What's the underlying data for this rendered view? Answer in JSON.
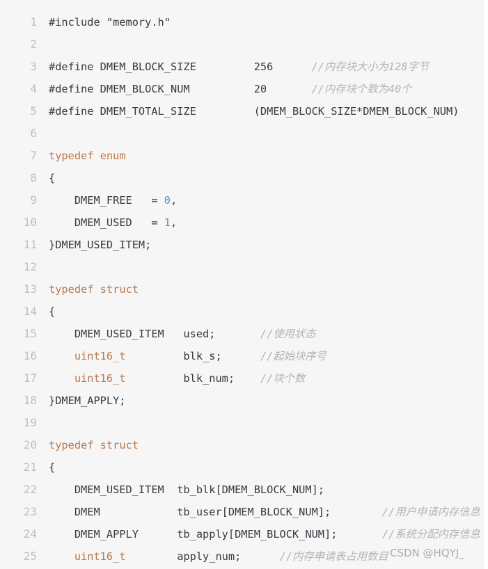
{
  "lines": [
    {
      "n": "1",
      "parts": [
        [
          "pp",
          "#include \"memory.h\""
        ]
      ]
    },
    {
      "n": "2",
      "parts": []
    },
    {
      "n": "3",
      "parts": [
        [
          "pp",
          "#define DMEM_BLOCK_SIZE         256      "
        ],
        [
          "cm",
          "//内存块大小为128字节"
        ]
      ]
    },
    {
      "n": "4",
      "parts": [
        [
          "pp",
          "#define DMEM_BLOCK_NUM          20       "
        ],
        [
          "cm",
          "//内存块个数为40个"
        ]
      ]
    },
    {
      "n": "5",
      "parts": [
        [
          "pp",
          "#define DMEM_TOTAL_SIZE         (DMEM_BLOCK_SIZE*DMEM_BLOCK_NUM)"
        ]
      ]
    },
    {
      "n": "6",
      "parts": []
    },
    {
      "n": "7",
      "parts": [
        [
          "kw",
          "typedef"
        ],
        [
          "tx",
          " "
        ],
        [
          "kw",
          "enum"
        ]
      ]
    },
    {
      "n": "8",
      "parts": [
        [
          "tx",
          "{"
        ]
      ]
    },
    {
      "n": "9",
      "parts": [
        [
          "tx",
          "    DMEM_FREE   = "
        ],
        [
          "num",
          "0"
        ],
        [
          "tx",
          ","
        ]
      ]
    },
    {
      "n": "10",
      "parts": [
        [
          "tx",
          "    DMEM_USED   = "
        ],
        [
          "num",
          "1"
        ],
        [
          "tx",
          ","
        ]
      ]
    },
    {
      "n": "11",
      "parts": [
        [
          "tx",
          "}DMEM_USED_ITEM;"
        ]
      ]
    },
    {
      "n": "12",
      "parts": []
    },
    {
      "n": "13",
      "parts": [
        [
          "kw",
          "typedef"
        ],
        [
          "tx",
          " "
        ],
        [
          "kw",
          "struct"
        ]
      ]
    },
    {
      "n": "14",
      "parts": [
        [
          "tx",
          "{"
        ]
      ]
    },
    {
      "n": "15",
      "parts": [
        [
          "tx",
          "    DMEM_USED_ITEM   used;       "
        ],
        [
          "cm",
          "//使用状态"
        ]
      ]
    },
    {
      "n": "16",
      "parts": [
        [
          "tx",
          "    "
        ],
        [
          "kw",
          "uint16_t"
        ],
        [
          "tx",
          "         blk_s;      "
        ],
        [
          "cm",
          "//起始块序号"
        ]
      ]
    },
    {
      "n": "17",
      "parts": [
        [
          "tx",
          "    "
        ],
        [
          "kw",
          "uint16_t"
        ],
        [
          "tx",
          "         blk_num;    "
        ],
        [
          "cm",
          "//块个数"
        ]
      ]
    },
    {
      "n": "18",
      "parts": [
        [
          "tx",
          "}DMEM_APPLY;"
        ]
      ]
    },
    {
      "n": "19",
      "parts": []
    },
    {
      "n": "20",
      "parts": [
        [
          "kw",
          "typedef"
        ],
        [
          "tx",
          " "
        ],
        [
          "kw",
          "struct"
        ]
      ]
    },
    {
      "n": "21",
      "parts": [
        [
          "tx",
          "{"
        ]
      ]
    },
    {
      "n": "22",
      "parts": [
        [
          "tx",
          "    DMEM_USED_ITEM  tb_blk[DMEM_BLOCK_NUM];"
        ]
      ]
    },
    {
      "n": "23",
      "parts": [
        [
          "tx",
          "    DMEM            tb_user[DMEM_BLOCK_NUM];        "
        ],
        [
          "cm",
          "//用户申请内存信息"
        ]
      ]
    },
    {
      "n": "24",
      "parts": [
        [
          "tx",
          "    DMEM_APPLY      tb_apply[DMEM_BLOCK_NUM];       "
        ],
        [
          "cm",
          "//系统分配内存信息"
        ]
      ]
    },
    {
      "n": "25",
      "parts": [
        [
          "tx",
          "    "
        ],
        [
          "kw",
          "uint16_t"
        ],
        [
          "tx",
          "        apply_num;      "
        ],
        [
          "cm",
          "//内存申请表占用数目"
        ]
      ]
    }
  ],
  "watermark": "CSDN @HQYJ_"
}
